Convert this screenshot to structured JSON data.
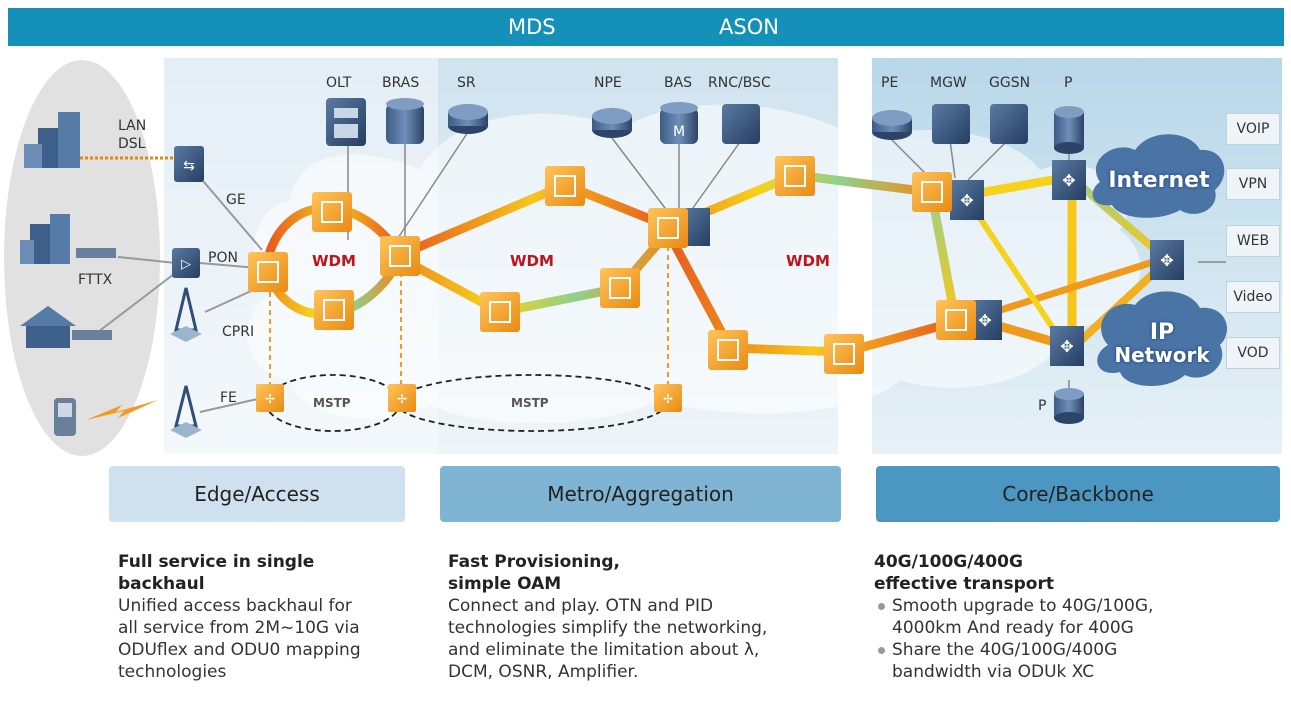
{
  "banner": {
    "mds": "MDS",
    "ason": "ASON"
  },
  "devices": {
    "olt": "OLT",
    "bras": "BRAS",
    "sr": "SR",
    "npe": "NPE",
    "bas": "BAS",
    "rnc": "RNC/BSC",
    "pe": "PE",
    "mgw": "MGW",
    "ggsn": "GGSN",
    "p_top": "P",
    "p_bottom": "P",
    "lan": "LAN",
    "dsl": "DSL",
    "ge": "GE",
    "pon": "PON",
    "fttx": "FTTX",
    "cpri": "CPRI",
    "fe": "FE"
  },
  "rings": {
    "wdm1": "WDM",
    "wdm2": "WDM",
    "wdm3": "WDM",
    "mstp1": "MSTP",
    "mstp2": "MSTP"
  },
  "clouds": {
    "internet": "Internet",
    "ip_line1": "IP",
    "ip_line2": "Network"
  },
  "services": [
    "VOIP",
    "VPN",
    "WEB",
    "Video",
    "VOD"
  ],
  "sections": {
    "edge": {
      "label": "Edge/Access",
      "title_line1": "Full service in single",
      "title_line2": "backhaul",
      "body": [
        "Unified access backhaul for",
        "all service from 2M~10G via",
        "ODUflex and ODU0 mapping",
        "technologies"
      ]
    },
    "metro": {
      "label": "Metro/Aggregation",
      "title_line1": "Fast Provisioning,",
      "title_line2": "simple OAM",
      "body": [
        "Connect and play. OTN and PID",
        "technologies simplify the networking,",
        "and eliminate the limitation about λ,",
        "DCM, OSNR, Amplifier."
      ]
    },
    "core": {
      "label": "Core/Backbone",
      "title_line1": "40G/100G/400G",
      "title_line2": "effective transport",
      "bullet1_line1": "Smooth upgrade to 40G/100G,",
      "bullet1_line2": "4000km And ready for 400G",
      "bullet2_line1": "Share the 40G/100G/400G",
      "bullet2_line2": "bandwidth via ODUk XC"
    }
  },
  "colors": {
    "banner": "#1590b9",
    "edge_btn": "#cfe1ee",
    "metro_btn": "#7fb4d2",
    "core_btn": "#4c97c2",
    "otn_orange": "#f39a24",
    "wdm_red": "#c0141c",
    "router_navy": "#2f4e78",
    "cloud_blue": "#4a73a6"
  }
}
